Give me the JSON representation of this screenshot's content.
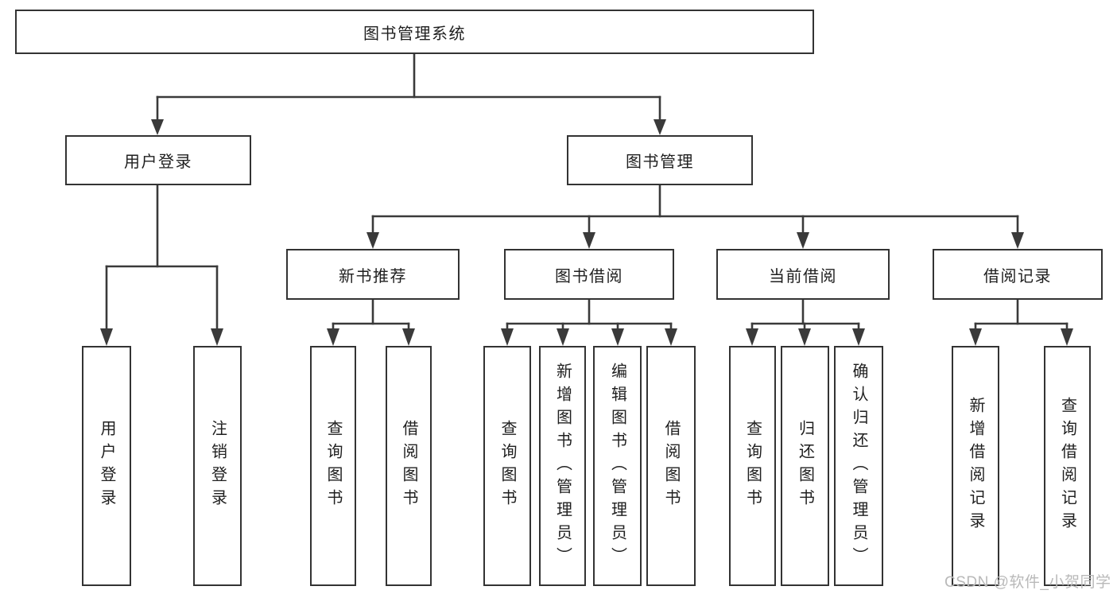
{
  "diagram_title": "图书管理系统",
  "tree": {
    "label": "图书管理系统",
    "children": [
      {
        "label": "用户登录",
        "children": [
          {
            "label": "用户登录"
          },
          {
            "label": "注销登录"
          }
        ]
      },
      {
        "label": "图书管理",
        "children": [
          {
            "label": "新书推荐",
            "children": [
              {
                "label": "查询图书"
              },
              {
                "label": "借阅图书"
              }
            ]
          },
          {
            "label": "图书借阅",
            "children": [
              {
                "label": "查询图书"
              },
              {
                "label": "新增图书（管理员）"
              },
              {
                "label": "编辑图书（管理员）"
              },
              {
                "label": "借阅图书"
              }
            ]
          },
          {
            "label": "当前借阅",
            "children": [
              {
                "label": "查询图书"
              },
              {
                "label": "归还图书"
              },
              {
                "label": "确认归还（管理员）"
              }
            ]
          },
          {
            "label": "借阅记录",
            "children": [
              {
                "label": "新增借阅记录"
              },
              {
                "label": "查询借阅记录"
              }
            ]
          }
        ]
      }
    ]
  },
  "watermark": "CSDN @软件_小贺同学",
  "colors": {
    "line": "#3a3a3a",
    "box_border": "#333333",
    "text": "#1f1f1f",
    "background": "#ffffff",
    "watermark": "#b9b9b9"
  }
}
